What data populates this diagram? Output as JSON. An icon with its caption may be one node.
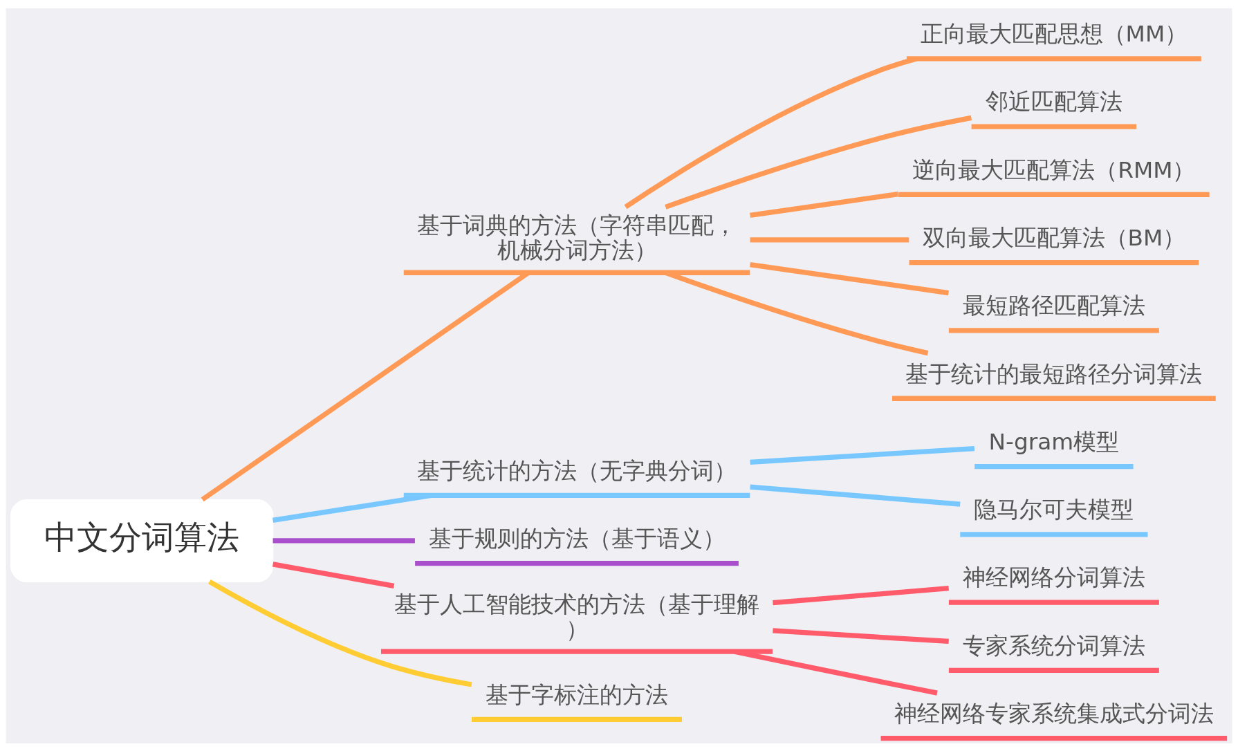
{
  "diagram": {
    "nodes": [
      {
        "text": [
          "中文分词算法"
        ]
      },
      {
        "text": [
          "基于词典的方法（字符串匹配，机械分词方法）"
        ]
      },
      {
        "text": [
          "正向最大匹配思想（MM）"
        ]
      },
      {
        "text": [
          "邻近匹配算法"
        ]
      },
      {
        "text": [
          "逆向最大匹配算法（RMM）"
        ]
      },
      {
        "text": [
          "双向最大匹配算法（BM）"
        ]
      },
      {
        "text": [
          "最短路径匹配算法"
        ]
      },
      {
        "text": [
          "基于统计的最短路径分词算法"
        ]
      },
      {
        "text": [
          "基于统计的方法（无字典分词）"
        ]
      },
      {
        "text": [
          "N-gram模型"
        ]
      },
      {
        "text": [
          "隐马尔可夫模型"
        ]
      },
      {
        "text": [
          "基于规则的方法（基于语义）"
        ]
      },
      {
        "text": [
          "基于人工智能技术的方法（基于理解）"
        ]
      },
      {
        "text": [
          "神经网络分词算法"
        ]
      },
      {
        "text": [
          "专家系统分词算法"
        ]
      },
      {
        "text": [
          "神经网络专家系统集成式分词法"
        ]
      },
      {
        "text": [
          "基于字标注的方法"
        ]
      }
    ],
    "edges": [
      {
        "from": 0,
        "to": 1,
        "arrow": "none"
      },
      {
        "from": 1,
        "to": 2,
        "arrow": "none"
      },
      {
        "from": 1,
        "to": 3,
        "arrow": "none"
      },
      {
        "from": 1,
        "to": 4,
        "arrow": "none"
      },
      {
        "from": 1,
        "to": 5,
        "arrow": "none"
      },
      {
        "from": 1,
        "to": 6,
        "arrow": "none"
      },
      {
        "from": 1,
        "to": 7,
        "arrow": "none"
      },
      {
        "from": 0,
        "to": 8,
        "arrow": "none",
        "color": "#78c8ff"
      },
      {
        "from": 8,
        "to": 9,
        "arrow": "none",
        "color": "#78c8ff"
      },
      {
        "from": 8,
        "to": 10,
        "arrow": "none",
        "color": "#78c8ff"
      },
      {
        "from": 0,
        "to": 11,
        "arrow": "none",
        "color": "#a94fcc"
      },
      {
        "from": 0,
        "to": 12,
        "arrow": "none",
        "color": "#ff5b6b"
      },
      {
        "from": 12,
        "to": 13,
        "arrow": "none",
        "color": "#ff5b6b"
      },
      {
        "from": 12,
        "to": 14,
        "arrow": "none",
        "color": "#ff5b6b"
      },
      {
        "from": 12,
        "to": 15,
        "arrow": "none",
        "color": "#ff5b6b"
      },
      {
        "from": 0,
        "to": 16,
        "arrow": "none",
        "color": "#ffcc33"
      }
    ]
  }
}
